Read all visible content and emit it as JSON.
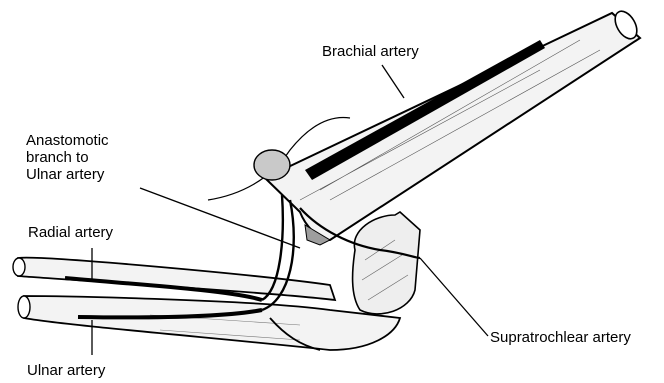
{
  "labels": {
    "brachial_artery": "Brachial artery",
    "anastomotic_line1": "Anastomotic",
    "anastomotic_line2": "branch to",
    "anastomotic_line3": "Ulnar artery",
    "radial_artery": "Radial artery",
    "ulnar_artery": "Ulnar artery",
    "supratrochlear_artery": "Supratrochlear artery"
  },
  "colors": {
    "ink": "#000000",
    "bone_fill": "#f3f3f3",
    "shade": "#bdbdbd",
    "background": "#ffffff"
  }
}
